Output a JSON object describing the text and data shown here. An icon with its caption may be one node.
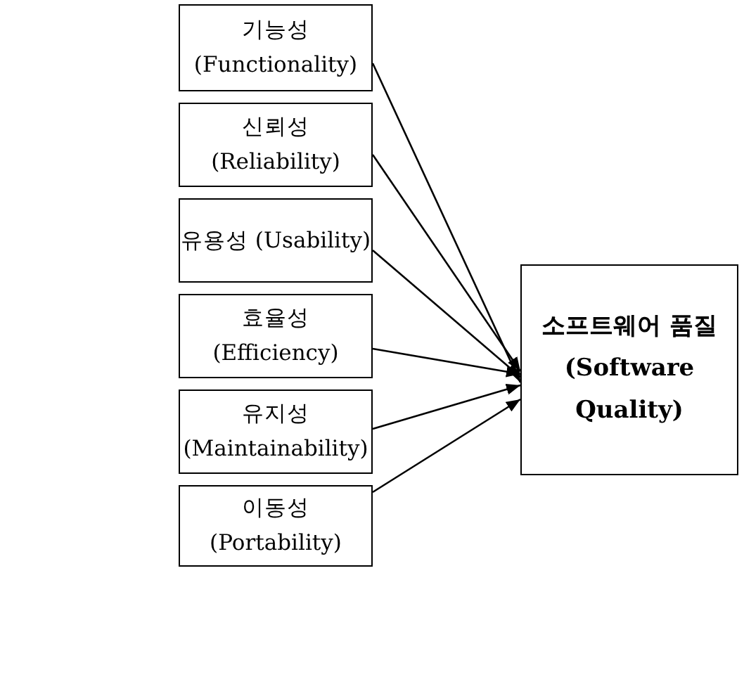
{
  "diagram": {
    "nodes": [
      {
        "text": [
          "기능성 (Functionality)"
        ]
      },
      {
        "text": [
          "신뢰성 (Reliability)"
        ]
      },
      {
        "text": [
          "유용성 (Usability)"
        ]
      },
      {
        "text": [
          "효율성 (Efficiency)"
        ]
      },
      {
        "text": [
          "유지성 (Maintainability)"
        ]
      },
      {
        "text": [
          "이동성 (Portability)"
        ]
      },
      {
        "text": [
          "소프트웨어 품질 (Software Quality)"
        ]
      }
    ],
    "edges": [
      {
        "from": 0,
        "to": 6,
        "arrow": "to"
      },
      {
        "from": 1,
        "to": 6,
        "arrow": "to"
      },
      {
        "from": 2,
        "to": 6,
        "arrow": "to"
      },
      {
        "from": 3,
        "to": 6,
        "arrow": "to"
      },
      {
        "from": 4,
        "to": 6,
        "arrow": "to"
      },
      {
        "from": 5,
        "to": 6,
        "arrow": "to"
      }
    ]
  }
}
